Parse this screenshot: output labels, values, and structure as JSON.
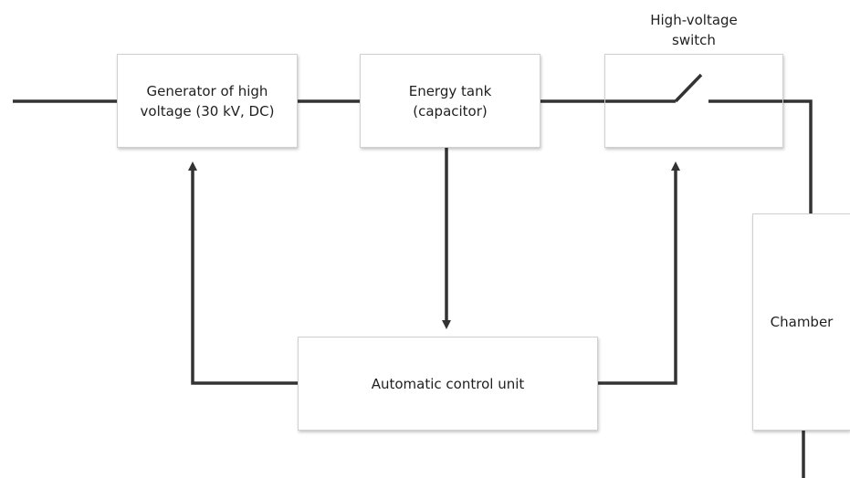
{
  "blocks": {
    "generator": "Generator of high\nvoltage (30 kV, DC)",
    "energy_tank": "Energy tank\n(capacitor)",
    "switch": "",
    "control_unit": "Automatic control unit",
    "chamber": "Chamber"
  },
  "labels": {
    "switch_label": "High-voltage\nswitch"
  },
  "colors": {
    "wire": "#333333",
    "box_border": "#d0d0d0"
  }
}
